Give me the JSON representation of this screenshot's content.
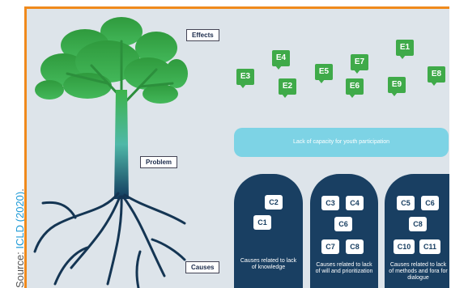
{
  "source": {
    "label": "Source: ",
    "link": "ICLD (2020)",
    "suffix": "."
  },
  "labels": {
    "effects": "Effects",
    "problem": "Problem",
    "causes": "Causes"
  },
  "effects": [
    "E1",
    "E2",
    "E3",
    "E4",
    "E5",
    "E6",
    "E7",
    "E8",
    "E9"
  ],
  "problem": "Lack of capacity for youth participation",
  "cause_groups": [
    {
      "causes": [
        "C1",
        "C2"
      ],
      "caption": "Causes related to lack of knowledge"
    },
    {
      "causes": [
        "C3",
        "C4",
        "C6",
        "C7",
        "C8"
      ],
      "caption": "Causes related to lack of will and prioritization"
    },
    {
      "causes": [
        "C5",
        "C6",
        "C8",
        "C10",
        "C11"
      ],
      "caption": "Causes related to lack of methods and fora for dialogue"
    }
  ],
  "colors": {
    "accent_border": "#f08a1c",
    "effect_green": "#3faa49",
    "problem_cyan": "#7dd3e5",
    "cause_navy": "#193f62",
    "link_blue": "#1e9ad6"
  }
}
